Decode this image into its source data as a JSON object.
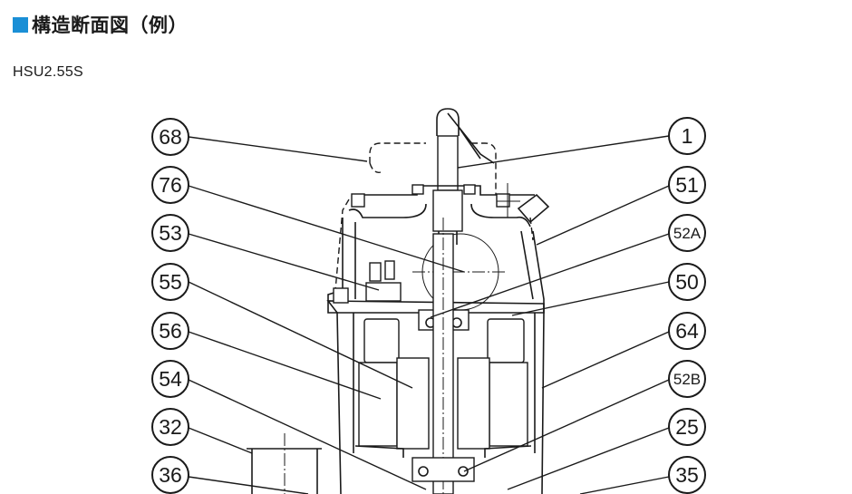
{
  "heading": {
    "title": "構造断面図（例）",
    "accent_color": "#1a8fd6"
  },
  "model": "HSU2.55S",
  "diagram": {
    "callouts_left": [
      "68",
      "76",
      "53",
      "55",
      "56",
      "54",
      "32",
      "36"
    ],
    "callouts_right": [
      "1",
      "51",
      "52A",
      "50",
      "64",
      "52B",
      "25",
      "35"
    ]
  }
}
